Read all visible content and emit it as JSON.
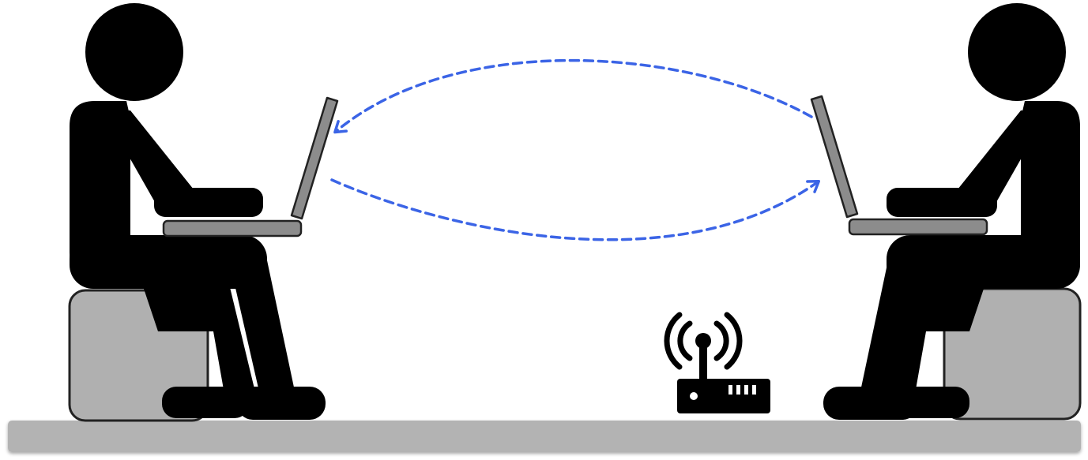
{
  "scene": {
    "description_free": true,
    "colors": {
      "background": "#ffffff",
      "figure": "#000000",
      "laptop": "#8c8c8c",
      "seat": "#b0b0b0",
      "floor": "#b3b3b3",
      "arrow": "#3b64e6",
      "outline": "#222222"
    },
    "icons": {
      "left_person": "person-using-laptop-icon",
      "right_person": "person-using-laptop-icon",
      "router": "wireless-router-icon"
    },
    "arrows": [
      {
        "name": "transmission-right-to-left",
        "direction": "right-to-left"
      },
      {
        "name": "transmission-left-to-right",
        "direction": "left-to-right"
      }
    ]
  }
}
